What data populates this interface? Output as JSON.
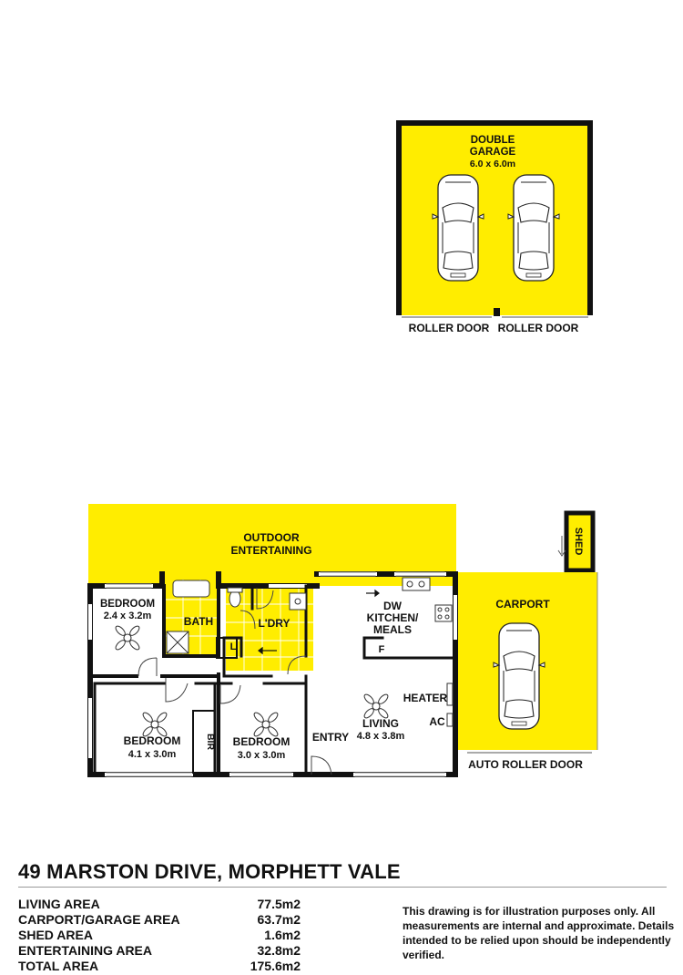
{
  "rooms": {
    "double_garage": {
      "name": "DOUBLE",
      "name2": "GARAGE",
      "size": "6.0 x 6.0m"
    },
    "roller_door_1": "ROLLER DOOR",
    "roller_door_2": "ROLLER DOOR",
    "outdoor_entertaining": {
      "name": "OUTDOOR",
      "name2": "ENTERTAINING"
    },
    "shed": "SHED",
    "carport": "CARPORT",
    "auto_roller_door": "AUTO ROLLER DOOR",
    "bedroom_1": {
      "name": "BEDROOM",
      "size": "2.4 x 3.2m"
    },
    "bath": "BATH",
    "laundry": "L'DRY",
    "linen": "L",
    "dw": "DW",
    "kitchen": {
      "name": "KITCHEN/",
      "name2": "MEALS"
    },
    "fridge": "F",
    "heater": "HEATER",
    "ac": "AC",
    "living": {
      "name": "LIVING",
      "size": "4.8 x 3.8m"
    },
    "entry": "ENTRY",
    "bedroom_2": {
      "name": "BEDROOM",
      "size": "4.1 x 3.0m"
    },
    "bir": "BIR",
    "bedroom_3": {
      "name": "BEDROOM",
      "size": "3.0 x 3.0m"
    }
  },
  "title": "49 MARSTON DRIVE, MORPHETT VALE",
  "areas": [
    {
      "label": "LIVING AREA",
      "value": "77.5m2"
    },
    {
      "label": "CARPORT/GARAGE AREA",
      "value": "63.7m2"
    },
    {
      "label": "SHED AREA",
      "value": "1.6m2"
    },
    {
      "label": "ENTERTAINING AREA",
      "value": "32.8m2"
    },
    {
      "label": "TOTAL AREA",
      "value": "175.6m2"
    }
  ],
  "disclaimer": "This drawing is for illustration purposes only. All measurements are internal and approximate. Details intended to be relied upon should be independently verified.",
  "colors": {
    "highlight": "#ffed00",
    "wall": "#111111"
  }
}
